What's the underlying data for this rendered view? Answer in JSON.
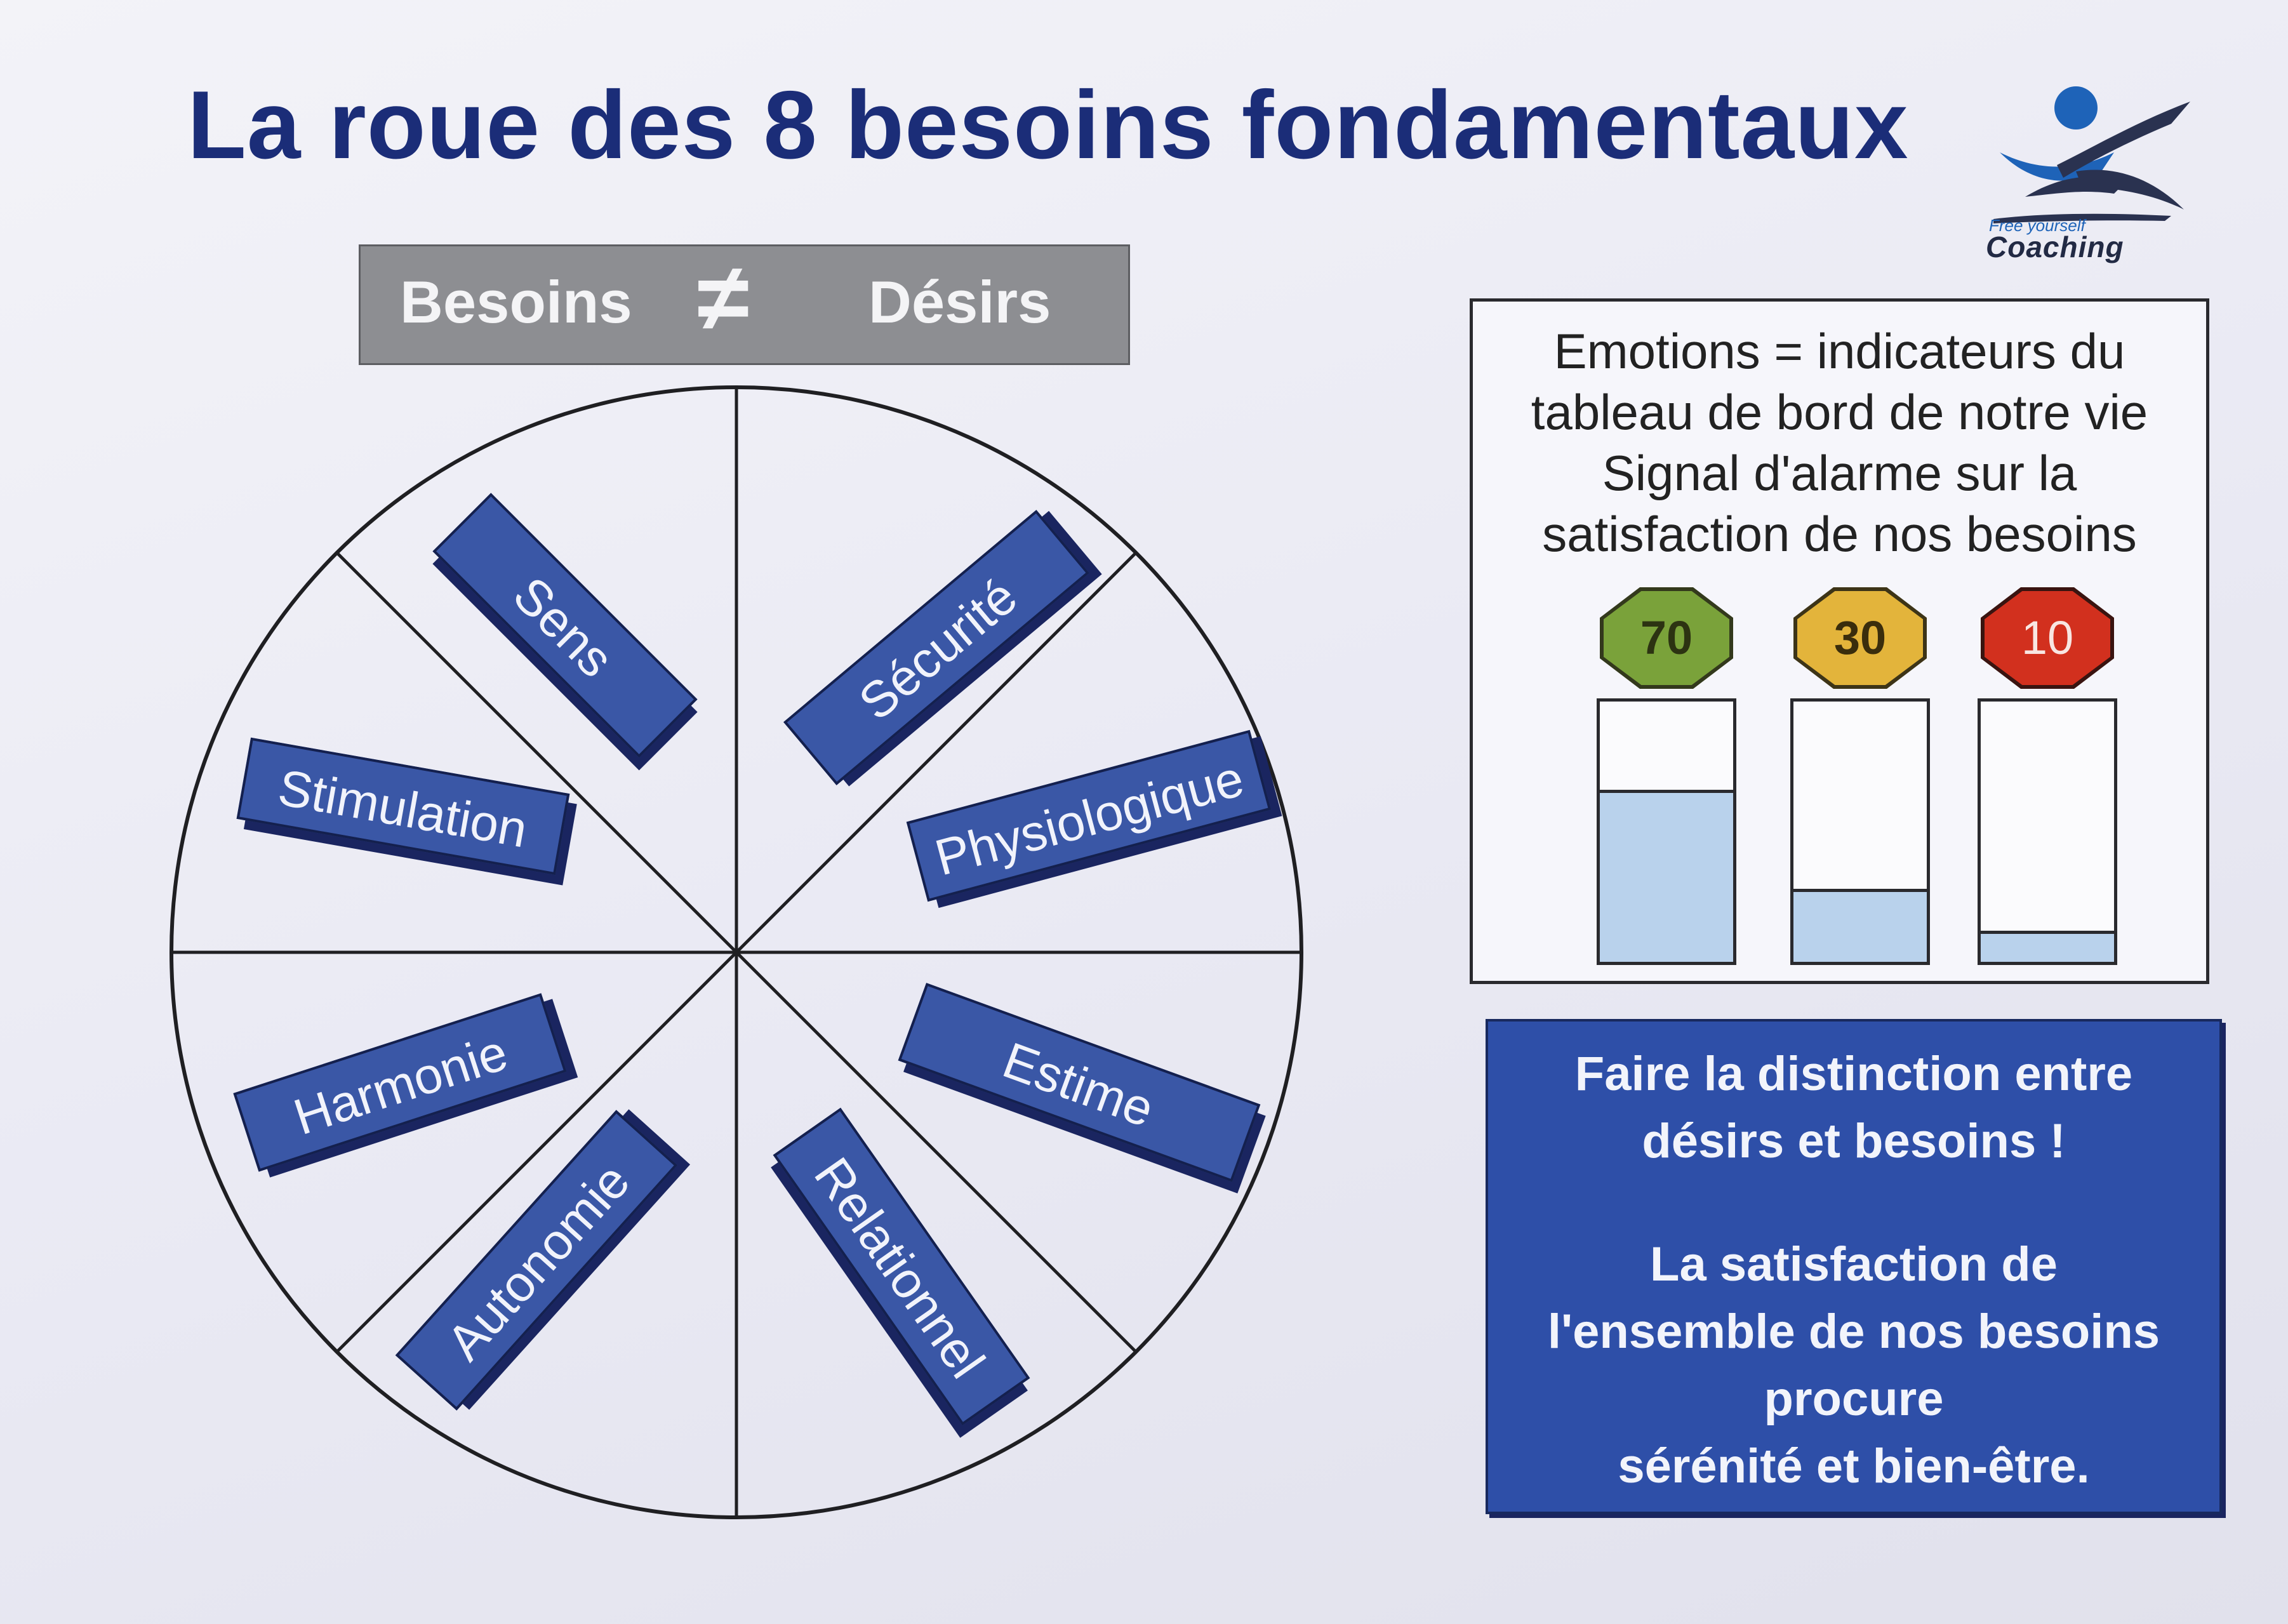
{
  "title": "La roue des 8 besoins fondamentaux",
  "logo": {
    "tagline": "Free yourself",
    "name": "Coaching"
  },
  "besoins_vs_desirs": {
    "left": "Besoins",
    "symbol": "≠",
    "right": "Désirs"
  },
  "wheel": {
    "needs": {
      "sens": "Sens",
      "securite": "Sécurité",
      "stimulation": "Stimulation",
      "physiologique": "Physiologique",
      "harmonie": "Harmonie",
      "estime": "Estime",
      "autonomie": "Autonomie",
      "relationnel": "Relationnel"
    }
  },
  "emotions": {
    "lines": [
      "Emotions = indicateurs du",
      "tableau de bord de notre vie",
      "Signal d'alarme sur la",
      "satisfaction de nos besoins"
    ],
    "gauges": [
      {
        "label": "70",
        "fill_fraction": 0.66,
        "color": "#7aa23a"
      },
      {
        "label": "30",
        "fill_fraction": 0.28,
        "color": "#e3b43b"
      },
      {
        "label": "10",
        "fill_fraction": 0.12,
        "color": "#d2301e"
      }
    ]
  },
  "distinction": {
    "line1": "Faire la distinction entre",
    "line2": "désirs et besoins !",
    "line3": "La satisfaction de",
    "line4": "l'ensemble de nos besoins",
    "line5": "procure",
    "line6": "sérénité et bien-être."
  }
}
